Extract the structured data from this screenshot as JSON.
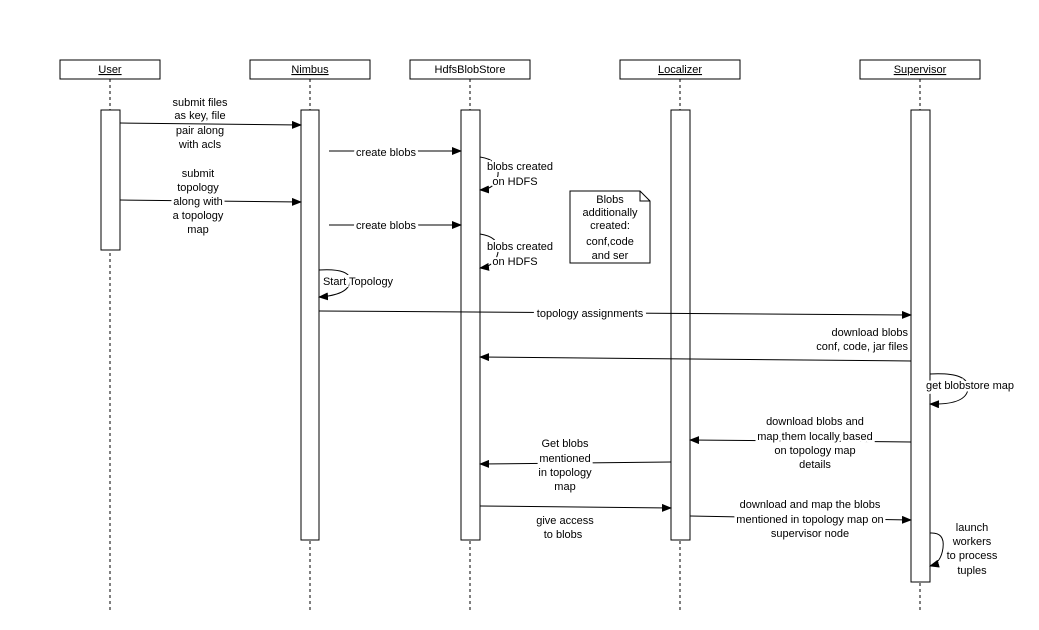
{
  "participants": [
    {
      "name": "User",
      "underlined": true
    },
    {
      "name": "Nimbus",
      "underlined": true
    },
    {
      "name": "HdfsBlobStore",
      "underlined": false
    },
    {
      "name": "Localizer",
      "underlined": true
    },
    {
      "name": "Supervisor",
      "underlined": true
    }
  ],
  "messages": [
    {
      "from": "User",
      "to": "Nimbus",
      "label": [
        "submit files",
        "as key, file",
        "pair along",
        "with acls"
      ]
    },
    {
      "from": "Nimbus",
      "to": "HdfsBlobStore",
      "label": [
        "create blobs"
      ]
    },
    {
      "from": "HdfsBlobStore",
      "to": "HdfsBlobStore",
      "label": [
        "blobs created",
        "on HDFS"
      ]
    },
    {
      "from": "User",
      "to": "Nimbus",
      "label": [
        "submit",
        "topology",
        "along with",
        "a topology",
        "map"
      ]
    },
    {
      "from": "Nimbus",
      "to": "HdfsBlobStore",
      "label": [
        "create blobs"
      ]
    },
    {
      "from": "HdfsBlobStore",
      "to": "HdfsBlobStore",
      "label": [
        "blobs created",
        "on HDFS"
      ]
    },
    {
      "from": "Nimbus",
      "to": "Nimbus",
      "label": [
        "Start Topology"
      ]
    },
    {
      "from": "Nimbus",
      "to": "Supervisor",
      "label": [
        "topology assignments"
      ]
    },
    {
      "from": "Supervisor",
      "to": "HdfsBlobStore",
      "label": [
        "download blobs",
        "conf, code, jar files"
      ]
    },
    {
      "from": "Supervisor",
      "to": "Supervisor",
      "label": [
        "get blobstore map"
      ]
    },
    {
      "from": "Supervisor",
      "to": "Localizer",
      "label": [
        "download blobs and",
        "map them locally based",
        "on topology map",
        "details"
      ]
    },
    {
      "from": "Localizer",
      "to": "HdfsBlobStore",
      "label": [
        "Get blobs",
        "mentioned",
        "in topology",
        "map"
      ]
    },
    {
      "from": "HdfsBlobStore",
      "to": "Localizer",
      "label": [
        "give access",
        "to blobs"
      ]
    },
    {
      "from": "Localizer",
      "to": "Supervisor",
      "label": [
        "download and map the blobs",
        "mentioned in topology map on",
        "supervisor node"
      ]
    },
    {
      "from": "Supervisor",
      "to": "Supervisor",
      "label": [
        "launch",
        "workers",
        "to process",
        "tuples"
      ]
    }
  ],
  "note": {
    "lines": [
      "Blobs",
      "additionally",
      "created:",
      "conf,code",
      "and ser"
    ]
  }
}
